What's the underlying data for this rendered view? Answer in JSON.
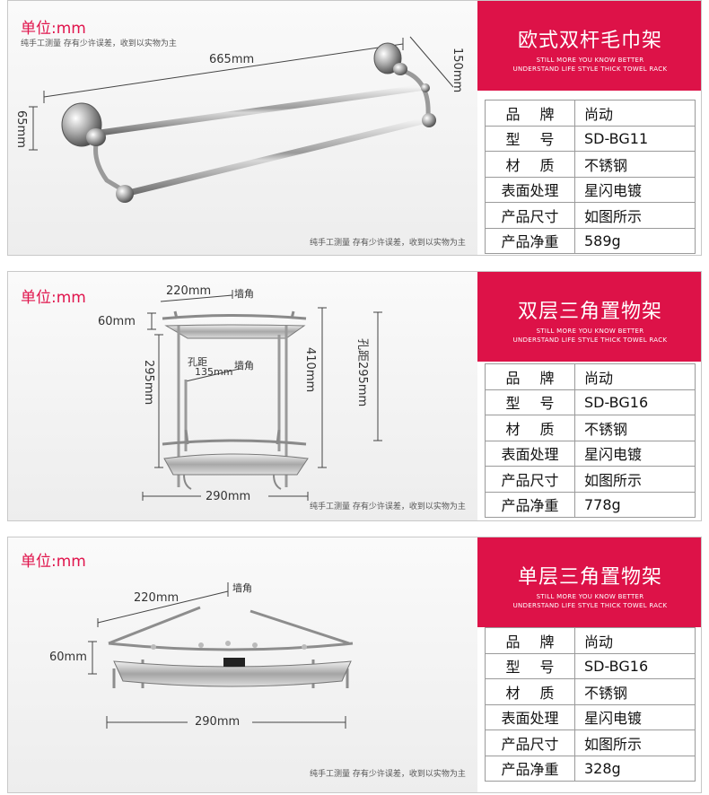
{
  "products": [
    {
      "unit_label": "单位:mm",
      "note_top": "纯手工测量 存有少许误差，收到以实物为主",
      "note_bottom": "纯手工测量 存有少许误差，收到以实物为主",
      "dims": {
        "width": "665mm",
        "depth": "150mm",
        "height": "65mm"
      },
      "title": "欧式双杆毛巾架",
      "subtitle_line1": "STILL MORE YOU KNOW BETTER",
      "subtitle_line2": "UNDERSTAND LIFE STYLE THICK TOWEL RACK",
      "specs": [
        {
          "key": "品牌",
          "value": "尚动"
        },
        {
          "key": "型号",
          "value": "SD-BG11"
        },
        {
          "key": "材质",
          "value": "不锈钢"
        },
        {
          "key": "表面处理",
          "value": "星闪电镀"
        },
        {
          "key": "产品尺寸",
          "value": "如图所示"
        },
        {
          "key": "产品净重",
          "value": "589g"
        }
      ]
    },
    {
      "unit_label": "单位:mm",
      "note_bottom": "纯手工测量 存有少许误差，收到以实物为主",
      "dims": {
        "top_width": "220mm",
        "corner1": "墙角",
        "tier_height": "60mm",
        "gap": "295mm",
        "hole_label": "孔距",
        "hole_value": "135mm",
        "corner2": "墙角",
        "total_height": "410mm",
        "hole_spacing": "孔距295mm",
        "bottom_width": "290mm"
      },
      "title": "双层三角置物架",
      "subtitle_line1": "STILL MORE YOU KNOW BETTER",
      "subtitle_line2": "UNDERSTAND LIFE STYLE THICK TOWEL RACK",
      "specs": [
        {
          "key": "品牌",
          "value": "尚动"
        },
        {
          "key": "型号",
          "value": "SD-BG16"
        },
        {
          "key": "材质",
          "value": "不锈钢"
        },
        {
          "key": "表面处理",
          "value": "星闪电镀"
        },
        {
          "key": "产品尺寸",
          "value": "如图所示"
        },
        {
          "key": "产品净重",
          "value": "778g"
        }
      ]
    },
    {
      "unit_label": "单位:mm",
      "note_bottom": "纯手工测量 存有少许误差，收到以实物为主",
      "dims": {
        "top_width": "220mm",
        "corner": "墙角",
        "height": "60mm",
        "bottom_width": "290mm"
      },
      "title": "单层三角置物架",
      "subtitle_line1": "STILL MORE YOU KNOW BETTER",
      "subtitle_line2": "UNDERSTAND LIFE STYLE THICK TOWEL RACK",
      "specs": [
        {
          "key": "品牌",
          "value": "尚动"
        },
        {
          "key": "型号",
          "value": "SD-BG16"
        },
        {
          "key": "材质",
          "value": "不锈钢"
        },
        {
          "key": "表面处理",
          "value": "星闪电镀"
        },
        {
          "key": "产品尺寸",
          "value": "如图所示"
        },
        {
          "key": "产品净重",
          "value": "328g"
        }
      ]
    }
  ],
  "colors": {
    "brand": "#dd1248",
    "unit_text": "#e0144c"
  }
}
